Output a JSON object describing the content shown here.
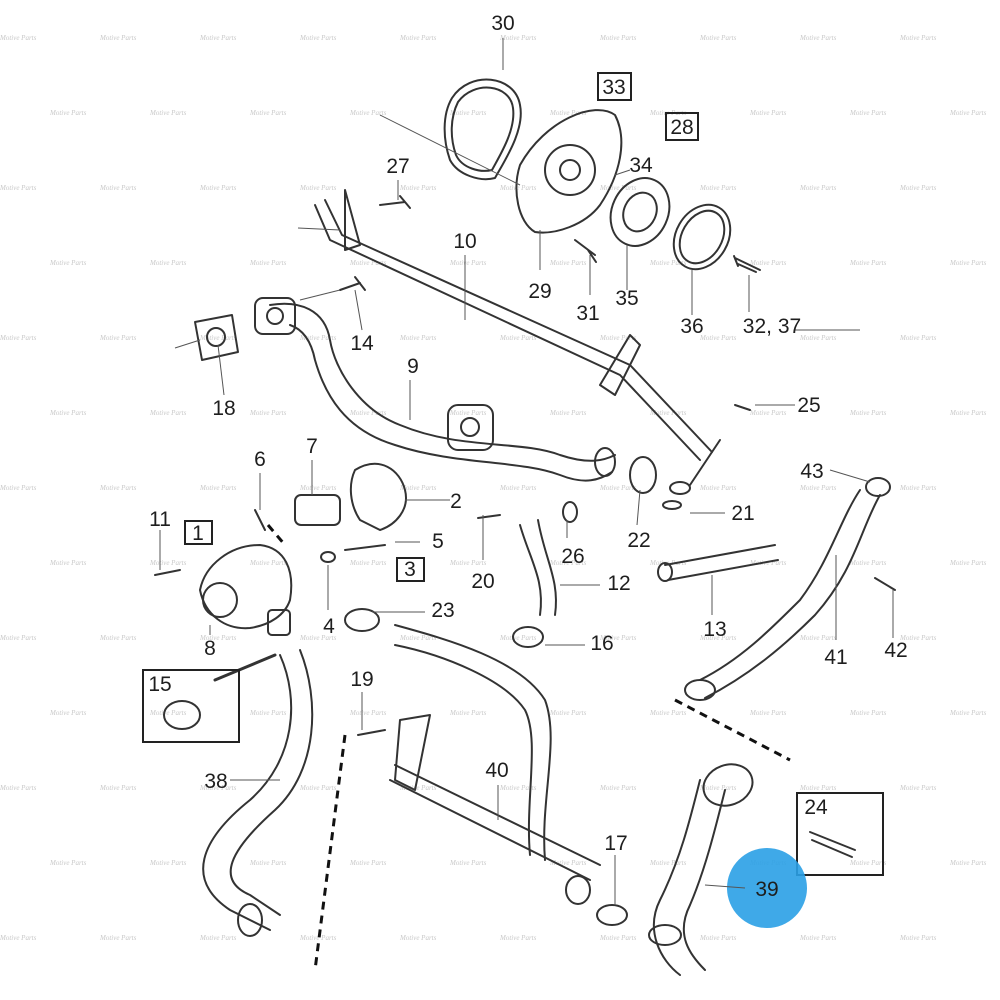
{
  "watermark": "Motive Parts",
  "colors": {
    "highlight": "#2aa0e6",
    "line": "#333333",
    "background": "#ffffff"
  },
  "callouts": {
    "c1": "1",
    "c2": "2",
    "c3": "3",
    "c4": "4",
    "c5": "5",
    "c6": "6",
    "c7": "7",
    "c8": "8",
    "c9": "9",
    "c10": "10",
    "c11": "11",
    "c12": "12",
    "c13": "13",
    "c14": "14",
    "c15": "15",
    "c16": "16",
    "c17": "17",
    "c18": "18",
    "c19": "19",
    "c20": "20",
    "c21": "21",
    "c22": "22",
    "c23": "23",
    "c24": "24",
    "c25": "25",
    "c26": "26",
    "c27": "27",
    "c28": "28",
    "c29": "29",
    "c30": "30",
    "c31": "31",
    "c33": "33",
    "c34": "34",
    "c35": "35",
    "c36": "36",
    "c32_37": "32, 37",
    "c38": "38",
    "c39": "39",
    "c40": "40",
    "c41": "41",
    "c42": "42",
    "c43": "43"
  },
  "highlighted_part": "39"
}
